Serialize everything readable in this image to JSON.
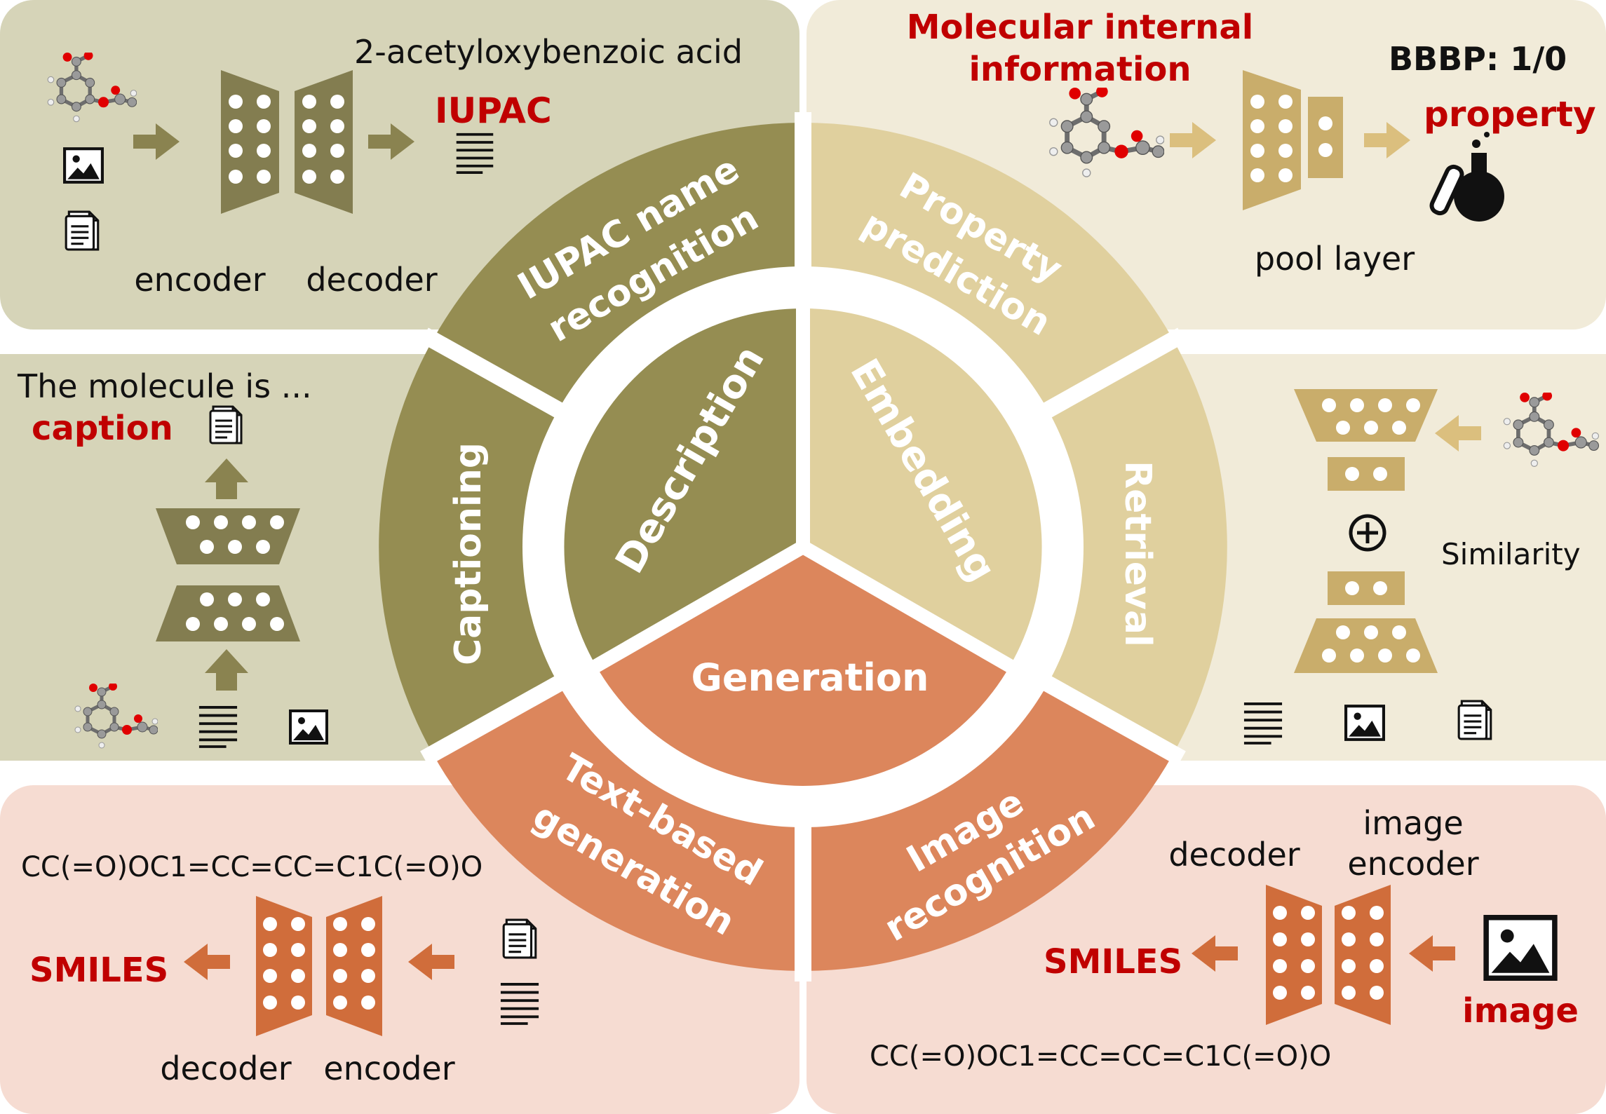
{
  "colors": {
    "olive_dark": "#958d52",
    "olive_light": "#d6d4b8",
    "tan": "#e0d09e",
    "tan_light": "#f1ebd9",
    "orange": "#dc865c",
    "orange_light": "#f6dcd2",
    "arrow_olive": "#8a8350",
    "encoder_olive": "#837d50",
    "encoder_tan": "#c9ad6b",
    "encoder_orange": "#d06d3b",
    "accent_red": "#c00000",
    "text": "#111111"
  },
  "wheel": {
    "inner": {
      "description": "Description",
      "embedding": "Embedding",
      "generation": "Generation"
    },
    "outer": {
      "iupac_line1": "IUPAC name",
      "iupac_line2": "recognition",
      "property_line1": "Property",
      "property_line2": "prediction",
      "captioning": "Captioning",
      "retrieval": "Retrieval",
      "textgen_line1": "Text-based",
      "textgen_line2": "generation",
      "imgrec_line1": "Image",
      "imgrec_line2": "recognition"
    }
  },
  "iupac_panel": {
    "molecule_name": "2-acetyloxybenzoic acid",
    "output": "IUPAC",
    "encoder": "encoder",
    "decoder": "decoder",
    "icons": [
      "molecule-icon",
      "image-icon",
      "document-icon",
      "text-lines-icon"
    ]
  },
  "property_panel": {
    "title_line1": "Molecular internal",
    "title_line2": "information",
    "bbbp": "BBBP: 1/0",
    "output": "property",
    "pool": "pool layer",
    "icons": [
      "molecule-icon",
      "flask-icon"
    ]
  },
  "caption_panel": {
    "text": "The molecule is ...",
    "output": "caption",
    "icons": [
      "document-icon",
      "molecule-icon",
      "text-lines-icon",
      "image-icon"
    ]
  },
  "retrieval_panel": {
    "similarity": "Similarity",
    "icons": [
      "molecule-icon",
      "plus-circle-icon",
      "text-lines-icon",
      "image-icon",
      "document-icon"
    ]
  },
  "textgen_panel": {
    "smiles_string": "CC(=O)OC1=CC=CC=C1C(=O)O",
    "output": "SMILES",
    "decoder": "decoder",
    "encoder": "encoder",
    "icons": [
      "document-icon",
      "text-lines-icon"
    ]
  },
  "imgrec_panel": {
    "decoder": "decoder",
    "encoder_line1": "image",
    "encoder_line2": "encoder",
    "output": "SMILES",
    "input": "image",
    "smiles_string": "CC(=O)OC1=CC=CC=C1C(=O)O",
    "icons": [
      "image-icon"
    ]
  }
}
